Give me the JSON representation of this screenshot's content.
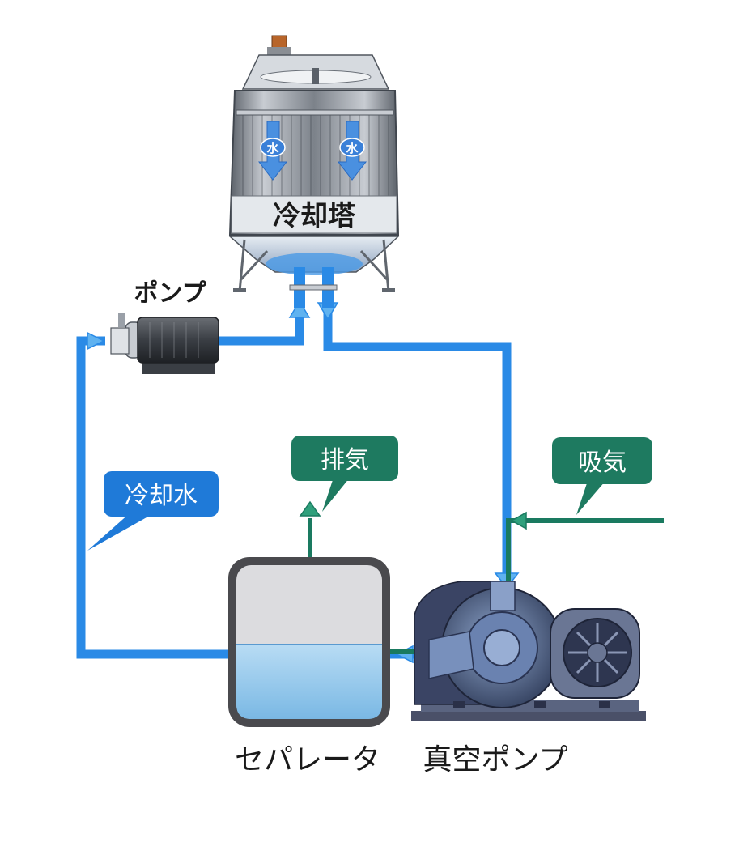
{
  "labels": {
    "cooling_tower": "冷却塔",
    "pump": "ポンプ",
    "exhaust": "排気",
    "intake": "吸気",
    "cooling_water": "冷却水",
    "separator": "セパレータ",
    "vacuum_pump": "真空ポンプ",
    "water_left": "水",
    "water_right": "水"
  },
  "colors": {
    "water_line": "#2a8ae6",
    "air_line": "#1a7a60",
    "label_blue": "#1f7ad8",
    "label_green": "#1e7a60",
    "machine": "#4a5a80",
    "tower_metal": "#9aa0a8"
  }
}
